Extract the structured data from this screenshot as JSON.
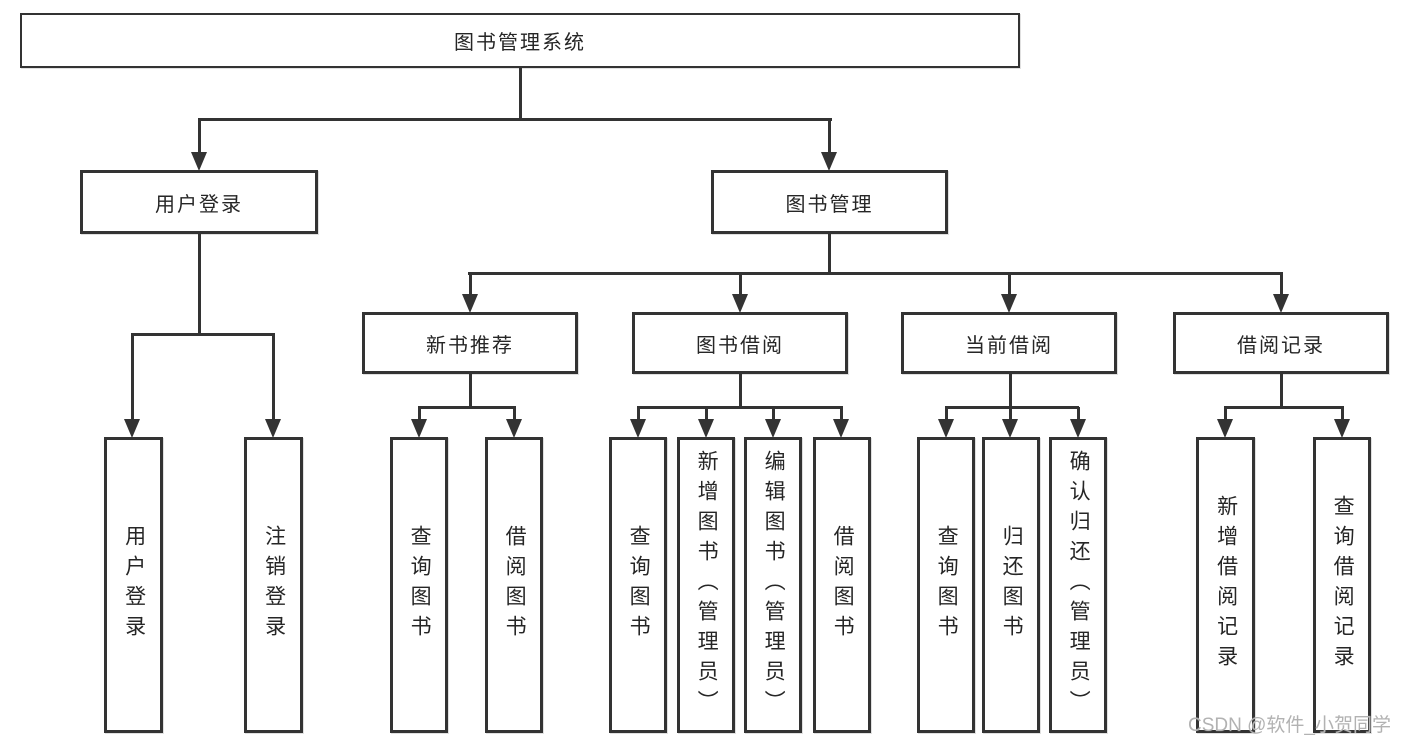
{
  "diagram": {
    "root_label": "图书管理系统",
    "level2": [
      {
        "label": "用户登录"
      },
      {
        "label": "图书管理"
      }
    ],
    "level3": [
      {
        "label": "新书推荐"
      },
      {
        "label": "图书借阅"
      },
      {
        "label": "当前借阅"
      },
      {
        "label": "借阅记录"
      }
    ],
    "leaves": [
      {
        "label": "用户登录"
      },
      {
        "label": "注销登录"
      },
      {
        "label": "查询图书"
      },
      {
        "label": "借阅图书"
      },
      {
        "label": "查询图书"
      },
      {
        "label": "新增图书（管理员）"
      },
      {
        "label": "编辑图书（管理员）"
      },
      {
        "label": "借阅图书"
      },
      {
        "label": "查询图书"
      },
      {
        "label": "归还图书"
      },
      {
        "label": "确认归还（管理员）"
      },
      {
        "label": "新增借阅记录"
      },
      {
        "label": "查询借阅记录"
      }
    ]
  },
  "watermark": {
    "text": "CSDN @软件_小贺同学"
  },
  "colors": {
    "line": "#333333",
    "box_fill": "#ffffff",
    "text": "#262626",
    "watermark": "#b2b2b2",
    "background": "#ffffff"
  }
}
